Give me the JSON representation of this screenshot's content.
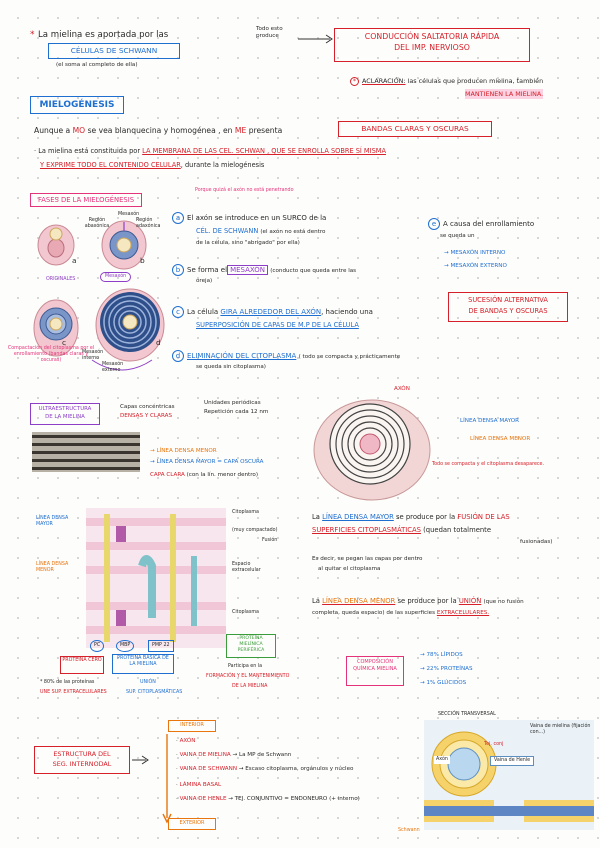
{
  "intro": {
    "mark": "*",
    "line1": "La mielina es aportada por las",
    "schwann_box": "CÉLULAS DE SCHWANN",
    "note": "(el soma al completo de ella)",
    "todo_esto": "Todo esto\nproduce",
    "conduccion_box": "CONDUCCIÓN SALTATORIA RÁPIDA\nDEL IMP. NERVIOSO",
    "aclaracion_num": "*",
    "aclaracion_label": "ACLARACIÓN:",
    "aclaracion_text": "las células que producen mielina, también",
    "mantienen": "MANTIENEN LA MIELINA."
  },
  "mielogenesis": {
    "title": "MIELOGÉNESIS",
    "line1_a": "Aunque a",
    "line1_mo": "MO",
    "line1_b": "se vea blanquecina y homogénea , en",
    "line1_me": "ME",
    "line1_c": "presenta",
    "bandas_box": "BANDAS CLARAS Y OSCURAS",
    "line2_a": "· La mielina está constituida por",
    "line2_red": "LA MEMBRANA DE LAS CEL. SCHWAN , QUE SE ENROLLA SOBRE SÍ MISMA",
    "line3_red": "Y EXPRIME TODO EL CONTENIDO CELULAR",
    "line3_b": ", durante la mielogénesis"
  },
  "fases": {
    "title": "FASES DE LA MIELOGÉNESIS",
    "top_note": "Porque quizá el axón no está penetrando",
    "fig_labels": [
      "Región abaxónica",
      "Mesaxón",
      "Región adaxónica",
      "Mesaxón interno",
      "Mesaxón externo"
    ],
    "fig_letters": [
      "a",
      "b",
      "c",
      "d"
    ],
    "fig_note_pink": "Compactación del citoplasma por el enrollamiento (bandas claras y oscuras)",
    "sub_label": "ORIGINALES",
    "a_letter": "a",
    "a_text1": "El axón se introduce en un SURCO de la",
    "a_text2": "CÉL. DE SCHWANN",
    "a_text2b": "(el axón no está dentro",
    "a_text3": "de la célula, sino \"abrigado\" por ella)",
    "b_letter": "b",
    "b_text1": "Se forma el",
    "b_mesaxon": "MESAXÓN",
    "b_text1b": "(conducto que queda entre las",
    "b_text2": "oreja)",
    "c_letter": "c",
    "c_text1": "La célula",
    "c_gira": "GIRA ALREDEDOR DEL AXÓN",
    "c_text1b": ", haciendo una",
    "c_text2": "SUPERPOSICIÓN DE CAPAS DE M.P DE LA CÉLULA",
    "d_letter": "d",
    "d_text1": "ELIMINACIÓN DEL CITOPLASMA",
    "d_text1b": "( todo se compacta y prácticamente",
    "d_text2": "se queda sin citoplasma)",
    "e_letter": "e",
    "e_text1": "A causa del enrollamiento",
    "e_text2": "se queda un",
    "e_int": "MESAXÓN INTERNO",
    "e_ext": "MESAXÓN EXTERNO",
    "sucesion_box": "SUCESIÓN ALTERNATIVA\nDE BANDAS Y OSCURAS"
  },
  "ultra": {
    "title": "ULTRAESTRUCTURA DE LA MIELINA",
    "capas": "Capas concéntricas",
    "densas": "DENSAS Y CLARAS",
    "unidades": "Unidades periódicas",
    "repeticion": "Repetición cada 12 nm",
    "menor": "LÍNEA DENSA MENOR",
    "mayor": "LÍNEA DENSA MAYOR",
    "eq": "=",
    "capa_oscura": "CAPA OSCURA",
    "capa_clara": "CAPA CLARA",
    "capa_clara_note": "(con la lín. menor dentro)",
    "axon": "AXÓN",
    "r_mayor": "LÍNEA DENSA MAYOR",
    "r_menor": "LÍNEA DENSA MENOR",
    "r_note": "Todo se compacta y el citoplasma desaparece."
  },
  "membrane": {
    "linea_mayor": "LÍNEA DENSA MAYOR",
    "linea_menor": "LÍNEA DENSA MENOR",
    "citoplasma": "Citoplasma",
    "muy_compactado": "(muy compactado)",
    "fusion": "Fusión",
    "espacio": "Espacio extracelular",
    "citoplasma2": "Citoplasma",
    "pc": "PC",
    "mbp": "MBP",
    "pmp": "PMP 22",
    "proteina_cero": "PROTEÍNA CERO",
    "proteina_basica": "PROTEÍNA BÁSICA DE LA MIELINA",
    "proteina_lipo": "PROTEÍNA MIELÍNICA PERIFÉRICA",
    "note1": "* 80% de las proteínas",
    "note2": "UNE SUP. EXTRACELULARES",
    "union": "UNIÓN",
    "union2": "SUP. CITOPLASMÁTICAS",
    "participa": "Participa en la",
    "formacion": "FORMACIÓN Y EL MANTENIMIENTO",
    "de_la": "DE LA MIELINA",
    "mayor_text1a": "La",
    "mayor_text1b": "LÍNEA DENSA MAYOR",
    "mayor_text1c": "se produce por la",
    "mayor_text1d": "FUSIÓN DE LAS",
    "mayor_text2a": "SUPERFICIES CITOPLASMÁTICAS",
    "mayor_text2b": "(quedan totalmente",
    "mayor_text3": "fusionadas)",
    "mayor_text4": "Es decir, se pegan las capas por dentro",
    "mayor_text5": "al quitar el citoplasma",
    "menor_text1a": "La",
    "menor_text1b": "LÍNEA DENSA MENOR",
    "menor_text1c": "se produce por la",
    "menor_text1d": "UNIÓN",
    "menor_text1e": "(que no fusión",
    "menor_text2a": "completa, queda espacio)",
    "menor_text2b": "de las superficies",
    "menor_text2c": "EXTRACELULARES.",
    "comp_box": "COMPOSICIÓN QUÍMICA MIELINA",
    "lipidos": "78%  LÍPIDOS",
    "proteinas": "22%  PROTEÍNAS",
    "glucidos": "1%  GLÚCIDOS"
  },
  "estructura": {
    "box": "ESTRUCTURA DEL\nSEG. INTERNODAL",
    "interior": "INTERIOR",
    "exterior": "EXTERIOR",
    "items": [
      {
        "label": "AXÓN",
        "arrow": "",
        "desc": ""
      },
      {
        "label": "VAINA DE MIELINA",
        "arrow": "→",
        "desc": "La MP de Schwann"
      },
      {
        "label": "VAINA DE SCHWANN",
        "arrow": "→",
        "desc": "Escaso citoplasma, orgánulos y núcleo"
      },
      {
        "label": "LÁMINA BASAL",
        "arrow": "",
        "desc": ""
      },
      {
        "label": "VAINA DE HENLE",
        "arrow": "→",
        "desc": "TEJ. CONJUNTIVO = ENDONEURO (+ interno)"
      }
    ],
    "seccion": "SECCIÓN TRANSVERSAL",
    "vaina_mielina": "Vaina de mielina (fijación con...)",
    "tej_conj": "Tej. conj",
    "vaina_henle": "Vaina de Henle",
    "axon": "Axón",
    "schwann": "Schwann"
  },
  "colors": {
    "red": "#d6202a",
    "blue": "#1f6fd1",
    "pink": "#e5337a",
    "orange": "#e8750e",
    "purple": "#8e3fc8",
    "yellow": "#f2c21b"
  }
}
